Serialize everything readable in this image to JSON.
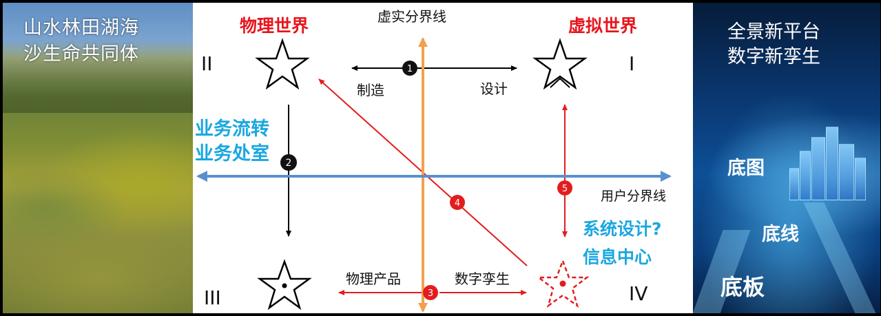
{
  "left_panel": {
    "title_line1": "山水林田湖海",
    "title_line2": "沙生命共同体"
  },
  "right_panel": {
    "title_line1": "全景新平台",
    "title_line2": "数字新孪生",
    "label_base_map": "底图",
    "label_base_line": "底线",
    "label_base_board": "底板"
  },
  "diagram": {
    "virtual_real_boundary": "虚实分界线",
    "user_boundary": "用户分界线",
    "physical_world": "物理世界",
    "virtual_world": "虚拟世界",
    "quadrant_1": "I",
    "quadrant_2": "II",
    "quadrant_3": "III",
    "quadrant_4": "IV",
    "manufacture": "制造",
    "design": "设计",
    "business_flow": "业务流转",
    "business_office": "业务处室",
    "physical_product": "物理产品",
    "digital_twin": "数字孪生",
    "system_design": "系统设计?",
    "info_center": "信息中心",
    "badge_1": "1",
    "badge_2": "2",
    "badge_3": "3",
    "badge_4": "4",
    "badge_5": "5",
    "colors": {
      "red_title": "#e8141c",
      "cyan_text": "#1aa7e0",
      "orange_axis": "#f2a04e",
      "blue_axis": "#5b8fd0",
      "red_arrow": "#e31d1d",
      "black": "#000000"
    }
  }
}
